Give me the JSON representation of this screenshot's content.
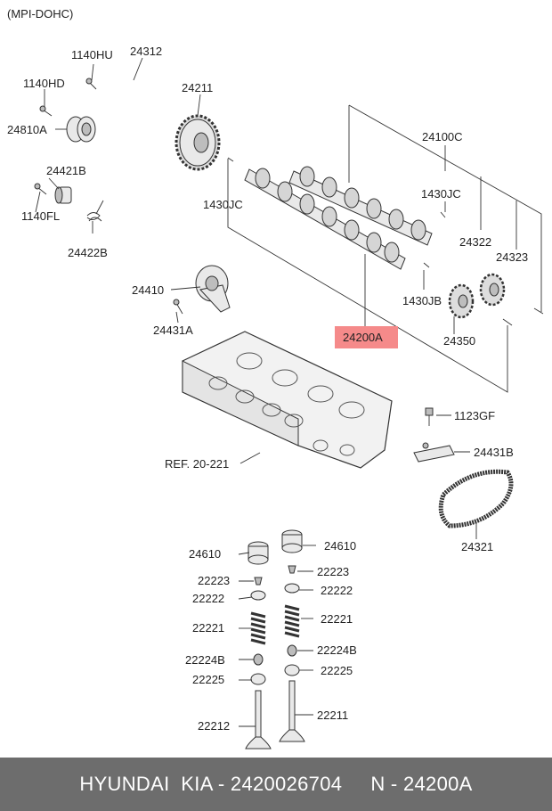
{
  "header": "(MPI-DOHC)",
  "highlight_color": "#f58a8a",
  "labels": {
    "l1140HU": "1140HU",
    "l24312": "24312",
    "l1140HD": "1140HD",
    "l24211": "24211",
    "l24810A": "24810A",
    "l24100C": "24100C",
    "l24421B": "24421B",
    "l1140FL": "1140FL",
    "l1430JC_left": "1430JC",
    "l1430JC_right": "1430JC",
    "l24422B": "24422B",
    "l24322": "24322",
    "l24323": "24323",
    "l24410": "24410",
    "l1430JB": "1430JB",
    "l24431A": "24431A",
    "l24200A": "24200A",
    "l24350": "24350",
    "l1123GF": "1123GF",
    "l24431B": "24431B",
    "ref": "REF. 20-221",
    "l24321": "24321",
    "l24610_left": "24610",
    "l24610_right": "24610",
    "l22223_left": "22223",
    "l22223_right": "22223",
    "l22222_left": "22222",
    "l22222_right": "22222",
    "l22221_left": "22221",
    "l22221_right": "22221",
    "l22224B_left": "22224B",
    "l22224B_right": "22224B",
    "l22225_left": "22225",
    "l22225_right": "22225",
    "l22212": "22212",
    "l22211": "22211"
  },
  "footer": {
    "text": "HYUNDAI  KIA - 2420026704     N - 24200A"
  }
}
